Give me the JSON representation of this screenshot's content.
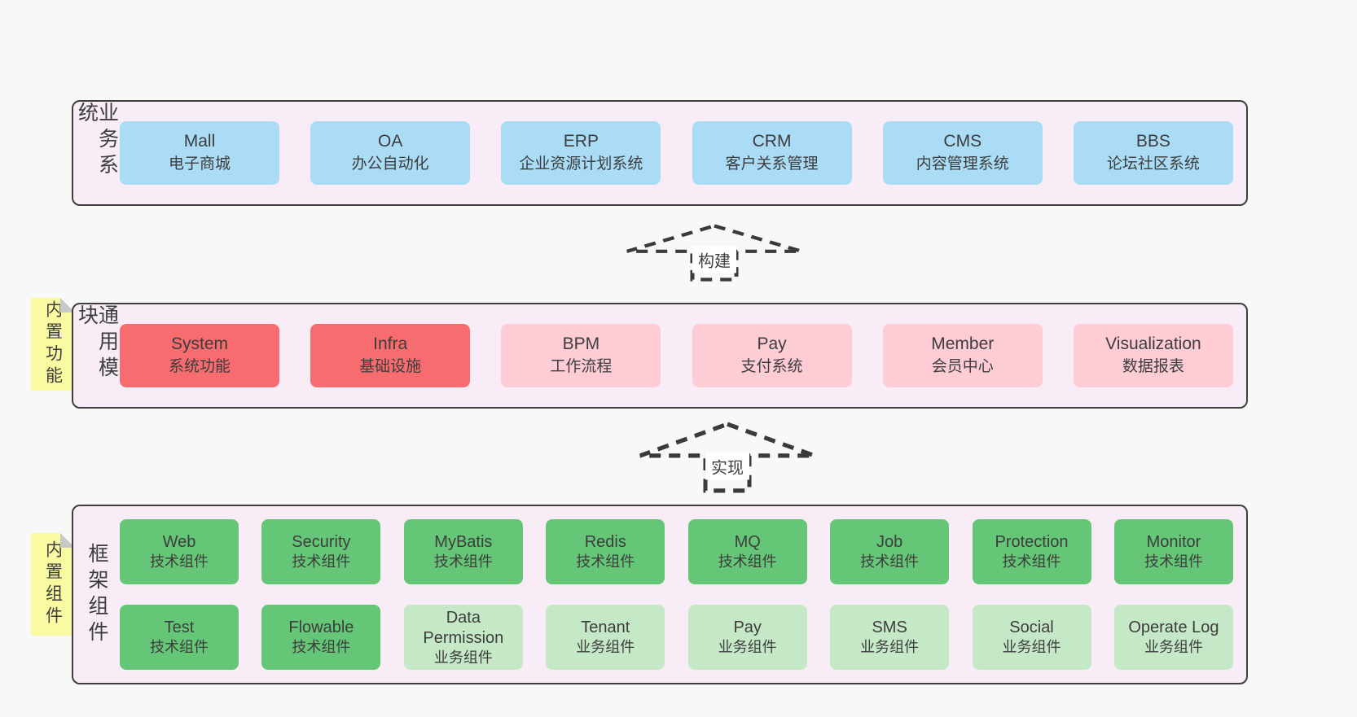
{
  "colors": {
    "page-bg": "#f8f8f8",
    "panel-bg": "#f8edf7",
    "panel-border": "#3e3e3e",
    "blue": "#aadcf6",
    "red": "#f66c6f",
    "pink": "#fdccd4",
    "green-dark": "#66c677",
    "green-light": "#c5e9c7",
    "yellow": "#fafaa2",
    "fold": "#c8c8c8",
    "text": "#3d3d3d",
    "arrow": "#3a3a3a",
    "label-bg": "#ffffff"
  },
  "business": {
    "label": "业务系统",
    "items": [
      {
        "title": "Mall",
        "subtitle": "电子商城"
      },
      {
        "title": "OA",
        "subtitle": "办公自动化"
      },
      {
        "title": "ERP",
        "subtitle": "企业资源计划系统"
      },
      {
        "title": "CRM",
        "subtitle": "客户关系管理"
      },
      {
        "title": "CMS",
        "subtitle": "内容管理系统"
      },
      {
        "title": "BBS",
        "subtitle": "论坛社区系统"
      }
    ]
  },
  "arrows": {
    "build": "构建",
    "implement": "实现"
  },
  "modules": {
    "label": "通用模块",
    "sticky": "内置功能",
    "items": [
      {
        "title": "System",
        "subtitle": "系统功能"
      },
      {
        "title": "Infra",
        "subtitle": "基础设施"
      },
      {
        "title": "BPM",
        "subtitle": "工作流程"
      },
      {
        "title": "Pay",
        "subtitle": "支付系统"
      },
      {
        "title": "Member",
        "subtitle": "会员中心"
      },
      {
        "title": "Visualization",
        "subtitle": "数据报表"
      }
    ]
  },
  "components": {
    "label": "框架组件",
    "sticky": "内置组件",
    "row1": [
      {
        "title": "Web",
        "subtitle": "技术组件"
      },
      {
        "title": "Security",
        "subtitle": "技术组件"
      },
      {
        "title": "MyBatis",
        "subtitle": "技术组件"
      },
      {
        "title": "Redis",
        "subtitle": "技术组件"
      },
      {
        "title": "MQ",
        "subtitle": "技术组件"
      },
      {
        "title": "Job",
        "subtitle": "技术组件"
      },
      {
        "title": "Protection",
        "subtitle": "技术组件"
      },
      {
        "title": "Monitor",
        "subtitle": "技术组件"
      }
    ],
    "row2": [
      {
        "title": "Test",
        "subtitle": "技术组件"
      },
      {
        "title": "Flowable",
        "subtitle": "技术组件"
      },
      {
        "title": "Data Permission",
        "subtitle": "业务组件"
      },
      {
        "title": "Tenant",
        "subtitle": "业务组件"
      },
      {
        "title": "Pay",
        "subtitle": "业务组件"
      },
      {
        "title": "SMS",
        "subtitle": "业务组件"
      },
      {
        "title": "Social",
        "subtitle": "业务组件"
      },
      {
        "title": "Operate Log",
        "subtitle": "业务组件"
      }
    ]
  }
}
